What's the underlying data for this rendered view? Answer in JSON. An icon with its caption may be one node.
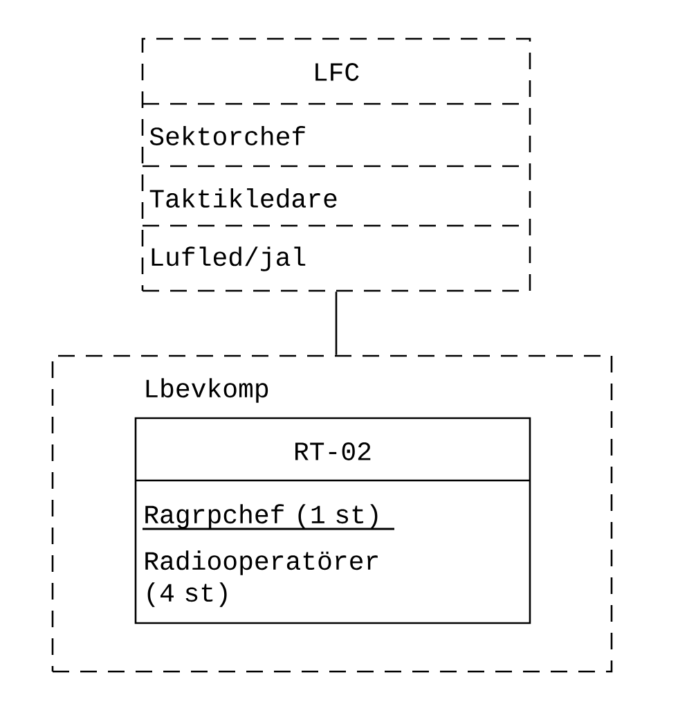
{
  "diagram": {
    "nodes": [
      {
        "text": [
          "LFC",
          "Sektorchef",
          "Taktikledare",
          "Lufled/jal"
        ]
      },
      {
        "text": [
          "Lbevkomp"
        ]
      },
      {
        "text": [
          "RT-02",
          "Ragrpchef (1 st)",
          "Radiooperatörer (4 st)"
        ],
        "in": 1
      }
    ],
    "edges": [
      {
        "from": 0,
        "to": 1,
        "arrow": "none"
      }
    ]
  }
}
